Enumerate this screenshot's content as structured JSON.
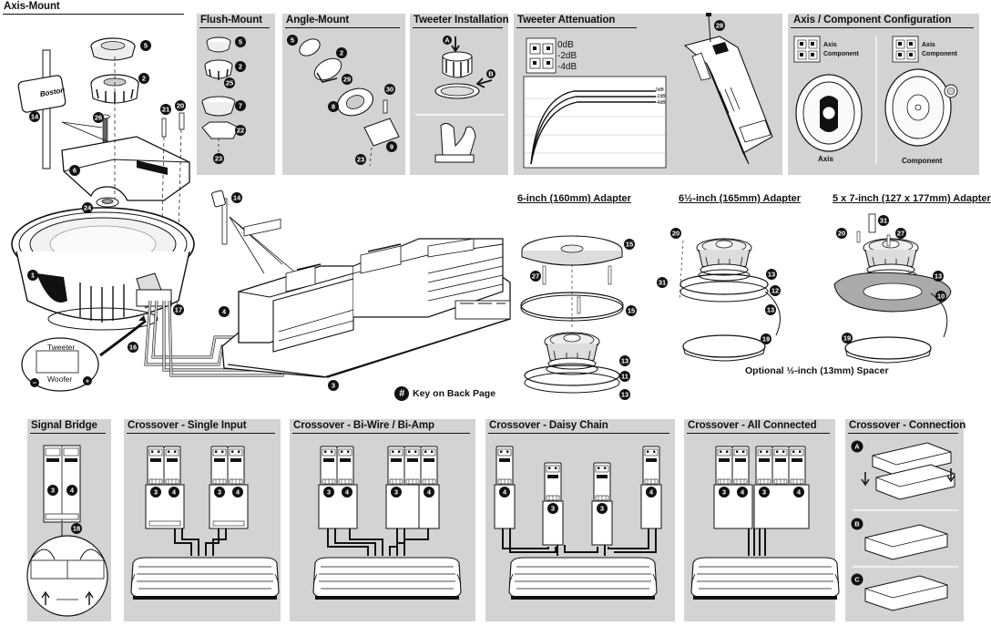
{
  "panels": {
    "axis_mount": "Axis-Mount",
    "flush_mount": "Flush-Mount",
    "angle_mount": "Angle-Mount",
    "tweeter_installation": "Tweeter Installation",
    "tweeter_attenuation": "Tweeter Attenuation",
    "axis_component_config": "Axis / Component Configuration",
    "signal_bridge": "Signal Bridge",
    "crossover_single": "Crossover -  Single Input",
    "crossover_biwire": "Crossover - Bi-Wire / Bi-Amp",
    "crossover_daisy": "Crossover - Daisy Chain",
    "crossover_all": "Crossover - All Connected",
    "crossover_connection": "Crossover - Connection"
  },
  "adapters": {
    "six_inch": "6-inch (160mm) Adapter",
    "six_half_inch": "6½-inch (165mm) Adapter",
    "five_by_seven": "5 x 7-inch (127 x 177mm) Adapter",
    "spacer": "Optional ½-inch (13mm) Spacer"
  },
  "key_note": "Key on Back Page",
  "key_symbol": "#",
  "brand": "Boston",
  "attenuation_levels": [
    "0dB",
    "-2dB",
    "-4dB"
  ],
  "chart_levels": [
    "0dB",
    "-2dB",
    "-4dB"
  ],
  "config_switch": {
    "axis": "Axis",
    "component": "Component"
  },
  "config_captions": {
    "axis": "Axis",
    "component": "Component"
  },
  "wiring": {
    "tweeter": "Tweeter",
    "woofer": "Woofer",
    "minus": "−",
    "plus": "+"
  },
  "steps": [
    "A",
    "B",
    "C"
  ],
  "tweeter_steps": [
    "A",
    "B"
  ],
  "callouts": {
    "axis": [
      "5",
      "2",
      "14",
      "26",
      "21",
      "20",
      "6",
      "24",
      "1"
    ],
    "flush": [
      "5",
      "2",
      "25",
      "7",
      "22",
      "23"
    ],
    "angle": [
      "5",
      "2",
      "29",
      "8",
      "30",
      "9",
      "23"
    ],
    "main": [
      "14",
      "4",
      "17",
      "16",
      "3"
    ],
    "config": [
      "28"
    ],
    "six_inch": [
      "15",
      "27",
      "31",
      "15",
      "13",
      "11",
      "13"
    ],
    "six_half": [
      "20",
      "13",
      "12",
      "13",
      "19"
    ],
    "five_seven": [
      "20",
      "31",
      "27",
      "13",
      "10",
      "19"
    ],
    "bridge": [
      "3",
      "4",
      "18"
    ],
    "single": [
      "3",
      "4",
      "3",
      "4"
    ],
    "biwire": [
      "3",
      "4",
      "3",
      "4"
    ],
    "daisy": [
      "4",
      "3",
      "3",
      "4"
    ],
    "all": [
      "3",
      "4",
      "3",
      "4"
    ]
  },
  "colors": {
    "panel_bg": "#d3d3d3",
    "ink": "#111111",
    "callout_bg": "#111111"
  }
}
